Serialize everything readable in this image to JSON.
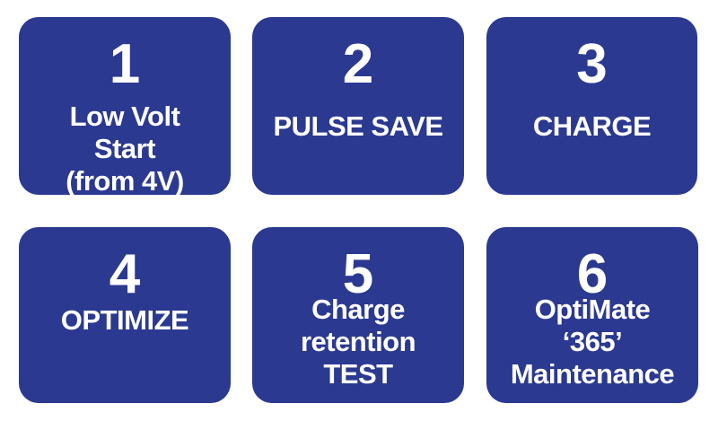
{
  "tiles": [
    {
      "number": "1",
      "lines": [
        "Low Volt",
        "Start",
        "(from 4V)"
      ]
    },
    {
      "number": "2",
      "lines": [
        "PULSE SAVE"
      ]
    },
    {
      "number": "3",
      "lines": [
        "CHARGE"
      ]
    },
    {
      "number": "4",
      "lines": [
        "OPTIMIZE"
      ]
    },
    {
      "number": "5",
      "lines": [
        "Charge",
        "retention",
        "TEST"
      ]
    },
    {
      "number": "6",
      "lines": [
        "OptiMate",
        "‘365’",
        "Maintenance"
      ]
    }
  ],
  "colors": {
    "tile_background": "#2b3990",
    "text": "#ffffff",
    "page_background": "#ffffff"
  }
}
